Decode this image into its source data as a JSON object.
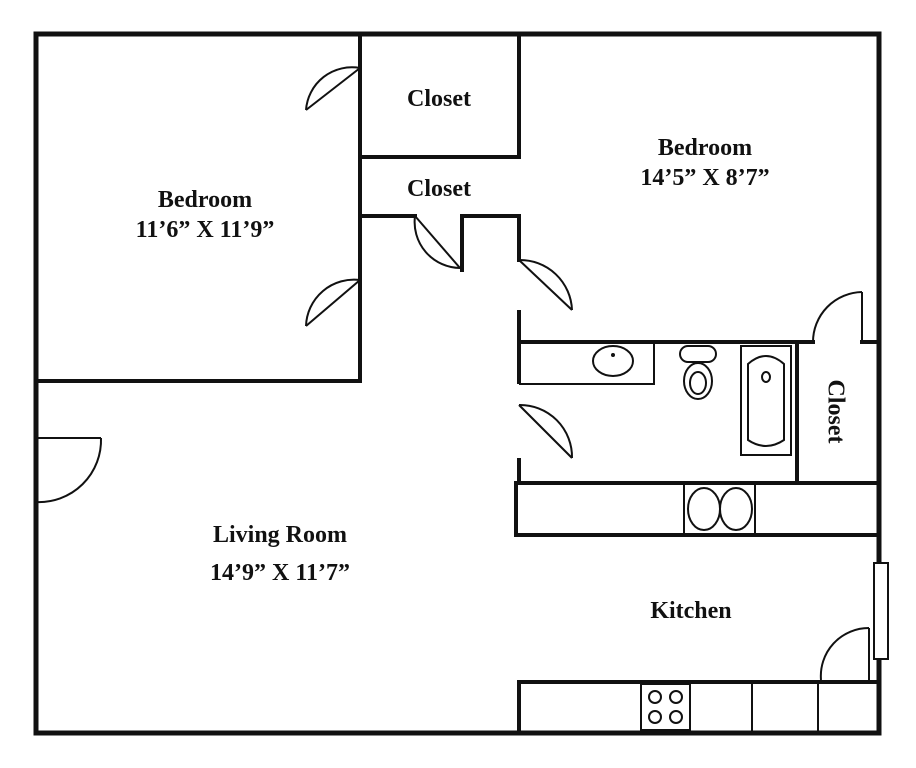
{
  "rooms": {
    "bedroom_left": {
      "name": "Bedroom",
      "dims": "11’6” X 11’9”"
    },
    "bedroom_right": {
      "name": "Bedroom",
      "dims": "14’5” X 8’7”"
    },
    "closet_top": {
      "name": "Closet"
    },
    "closet_mid": {
      "name": "Closet"
    },
    "closet_bath": {
      "name": "Closet"
    },
    "living_room": {
      "name": "Living Room",
      "dims": "14’9” X 11’7”"
    },
    "kitchen": {
      "name": "Kitchen"
    }
  }
}
